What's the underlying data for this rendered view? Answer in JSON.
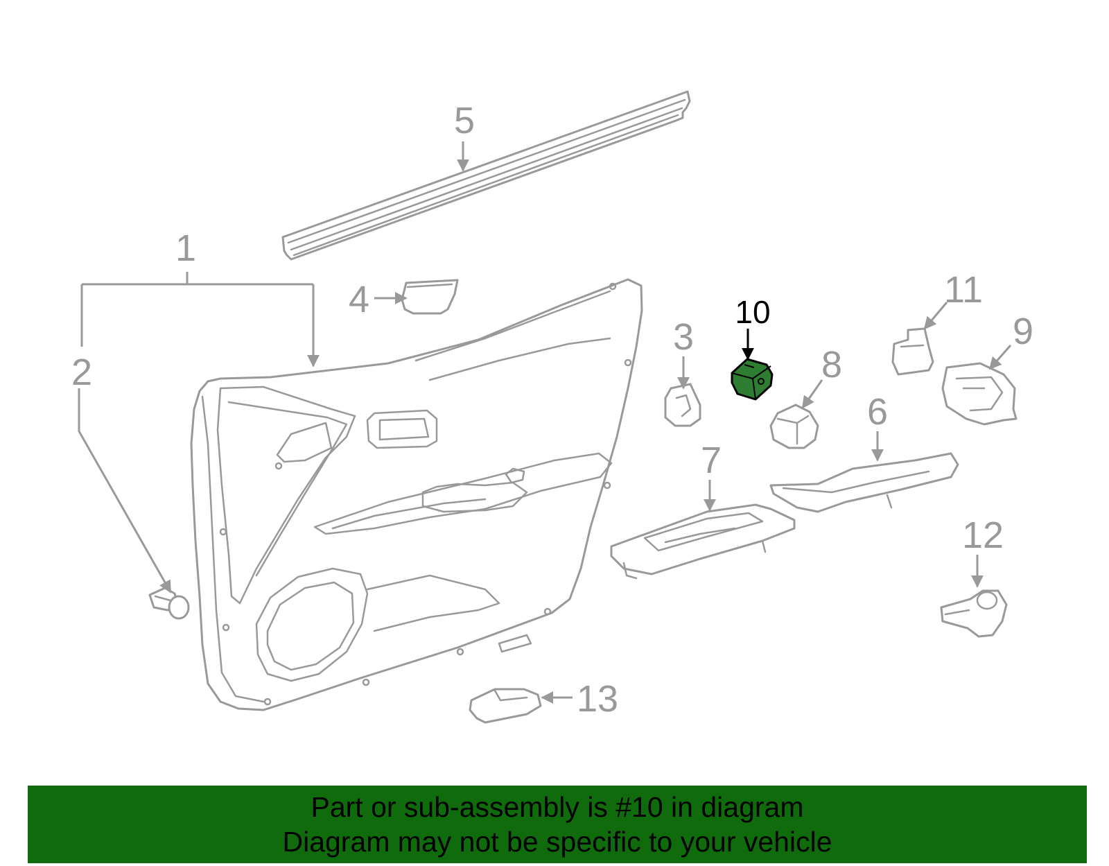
{
  "diagram": {
    "highlight_color": "#2e7d32",
    "line_color": "#999999",
    "callouts": [
      {
        "id": "1",
        "label": "1"
      },
      {
        "id": "2",
        "label": "2"
      },
      {
        "id": "3",
        "label": "3"
      },
      {
        "id": "4",
        "label": "4"
      },
      {
        "id": "5",
        "label": "5"
      },
      {
        "id": "6",
        "label": "6"
      },
      {
        "id": "7",
        "label": "7"
      },
      {
        "id": "8",
        "label": "8"
      },
      {
        "id": "9",
        "label": "9"
      },
      {
        "id": "10",
        "label": "10",
        "highlighted": true
      },
      {
        "id": "11",
        "label": "11"
      },
      {
        "id": "12",
        "label": "12"
      },
      {
        "id": "13",
        "label": "13"
      }
    ]
  },
  "banner": {
    "background_color": "#106b0c",
    "line1": "Part or sub-assembly is #10 in diagram",
    "line2": "Diagram may not be specific to your vehicle"
  }
}
